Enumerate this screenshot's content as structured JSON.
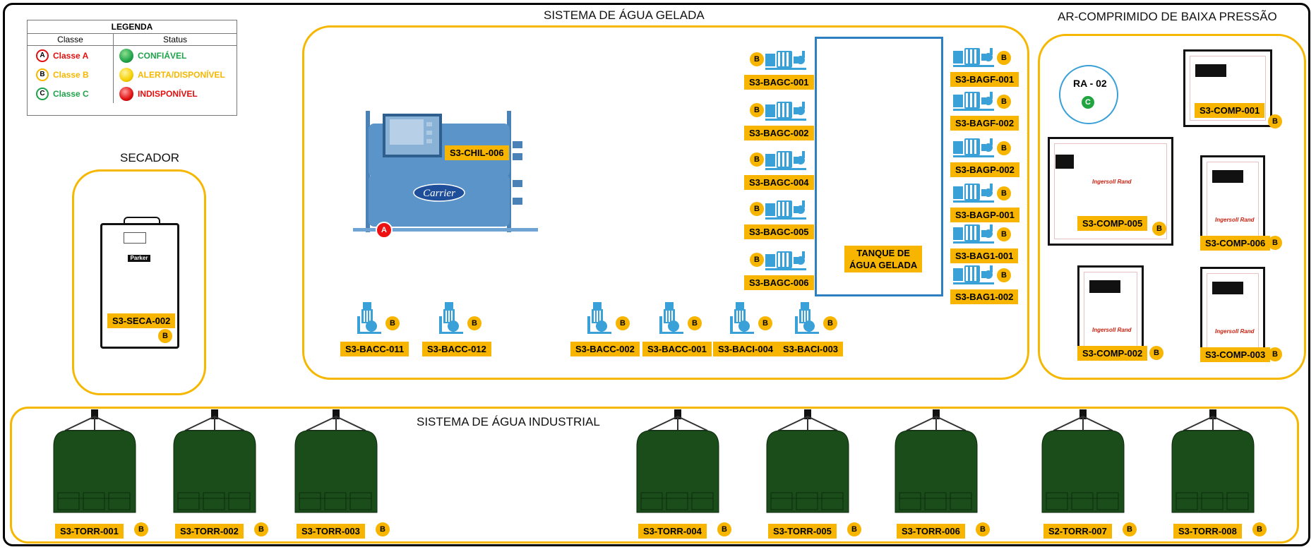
{
  "legend": {
    "title": "LEGENDA",
    "col_class": "Classe",
    "col_status": "Status",
    "classes": [
      {
        "letter": "A",
        "label": "Classe A",
        "color": "#e01010"
      },
      {
        "letter": "B",
        "label": "Classe B",
        "color": "#f5b700"
      },
      {
        "letter": "C",
        "label": "Classe C",
        "color": "#1fa34a"
      }
    ],
    "statuses": [
      {
        "label": "CONFIÁVEL",
        "color": "#1fa34a"
      },
      {
        "label": "ALERTA/DISPONÍVEL",
        "color": "#f5b700"
      },
      {
        "label": "INDISPONÍVEL",
        "color": "#e01010"
      }
    ]
  },
  "sections": {
    "agua_gelada": "SISTEMA DE ÁGUA GELADA",
    "ar_comprimido": "AR-COMPRIMIDO DE BAIXA PRESSÃO",
    "secador": "SECADOR",
    "agua_industrial": "SISTEMA DE ÁGUA INDUSTRIAL"
  },
  "chiller": {
    "tag": "S3-CHIL-006",
    "brand": "Carrier",
    "class": "A"
  },
  "tank": {
    "line1": "TANQUE DE",
    "line2": "ÁGUA GELADA"
  },
  "pumps_left": [
    {
      "tag": "S3-BAGC-001",
      "class": "B"
    },
    {
      "tag": "S3-BAGC-002",
      "class": "B"
    },
    {
      "tag": "S3-BAGC-004",
      "class": "B"
    },
    {
      "tag": "S3-BAGC-005",
      "class": "B"
    },
    {
      "tag": "S3-BAGC-006",
      "class": "B"
    }
  ],
  "pumps_right": [
    {
      "tag": "S3-BAGF-001",
      "class": "B"
    },
    {
      "tag": "S3-BAGF-002",
      "class": "B"
    },
    {
      "tag": "S3-BAGP-002",
      "class": "B"
    },
    {
      "tag": "S3-BAGP-001",
      "class": "B"
    },
    {
      "tag": "S3-BAG1-001",
      "class": "B"
    },
    {
      "tag": "S3-BAG1-002",
      "class": "B"
    }
  ],
  "pumps_vertical": [
    {
      "tag": "S3-BACC-011",
      "class": "B"
    },
    {
      "tag": "S3-BACC-012",
      "class": "B"
    },
    {
      "tag": "S3-BACC-002",
      "class": "B"
    },
    {
      "tag": "S3-BACC-001",
      "class": "B"
    },
    {
      "tag": "S3-BACI-004",
      "class": "B"
    },
    {
      "tag": "S3-BACI-003",
      "class": "B"
    }
  ],
  "dryer": {
    "tag": "S3-SECA-002",
    "brand": "Parker",
    "class": "B"
  },
  "receiver": {
    "tag": "RA - 02",
    "class": "C"
  },
  "compressors": [
    {
      "tag": "S3-COMP-001",
      "class": "B"
    },
    {
      "tag": "S3-COMP-005",
      "class": "B"
    },
    {
      "tag": "S3-COMP-006",
      "class": "B"
    },
    {
      "tag": "S3-COMP-002",
      "class": "B"
    },
    {
      "tag": "S3-COMP-003",
      "class": "B"
    }
  ],
  "compressor_brand": "Ingersoll Rand",
  "towers": [
    {
      "tag": "S3-TORR-001",
      "class": "B"
    },
    {
      "tag": "S3-TORR-002",
      "class": "B"
    },
    {
      "tag": "S3-TORR-003",
      "class": "B"
    },
    {
      "tag": "S3-TORR-004",
      "class": "B"
    },
    {
      "tag": "S3-TORR-005",
      "class": "B"
    },
    {
      "tag": "S3-TORR-006",
      "class": "B"
    },
    {
      "tag": "S2-TORR-007",
      "class": "B"
    },
    {
      "tag": "S3-TORR-008",
      "class": "B"
    }
  ],
  "colors": {
    "accent": "#f5b700",
    "equipment": "#3aa0d8",
    "tower": "#1b4d1b",
    "tank_border": "#2d7fc1"
  }
}
